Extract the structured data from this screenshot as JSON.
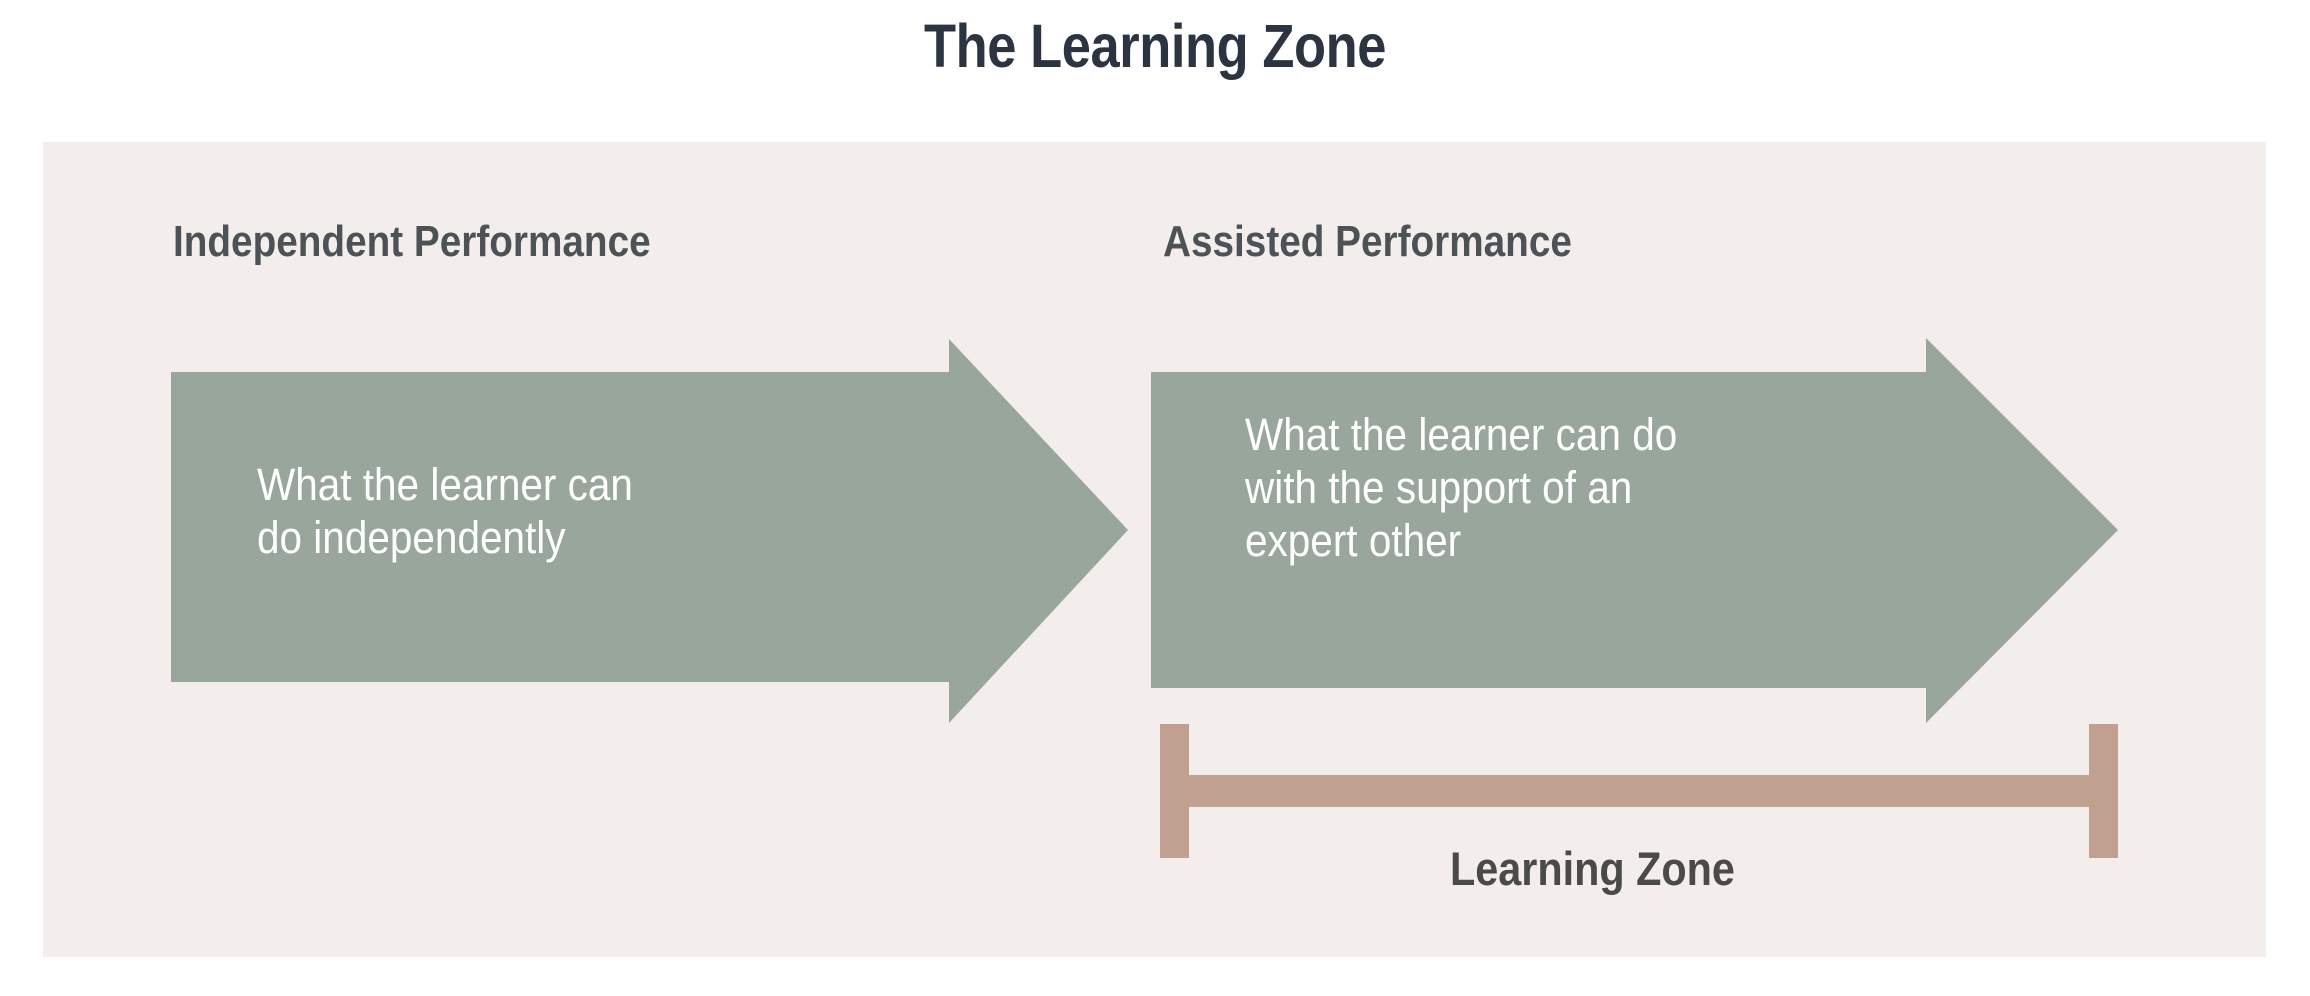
{
  "title": "The Learning Zone",
  "panel": {
    "background_color": "#f3eeeb"
  },
  "columns": [
    {
      "heading": "Independent Performance",
      "arrow_text": "What the learner can\ndo independently",
      "arrow_color": "#99a69b"
    },
    {
      "heading": "Assisted Performance",
      "arrow_text": "What the learner can do\nwith the support of an\nexpert other",
      "arrow_color": "#99a69b"
    }
  ],
  "bracket": {
    "label": "Learning Zone",
    "color": "#c0a08f"
  },
  "colors": {
    "title_text": "#2b3440",
    "heading_text": "#4c5256",
    "arrow_fill": "#99a69b",
    "arrow_text": "#ffffff",
    "bracket": "#c0a08f",
    "label_text": "#4a4a4a",
    "panel_bg": "#f3eeeb",
    "page_bg": "#ffffff"
  }
}
